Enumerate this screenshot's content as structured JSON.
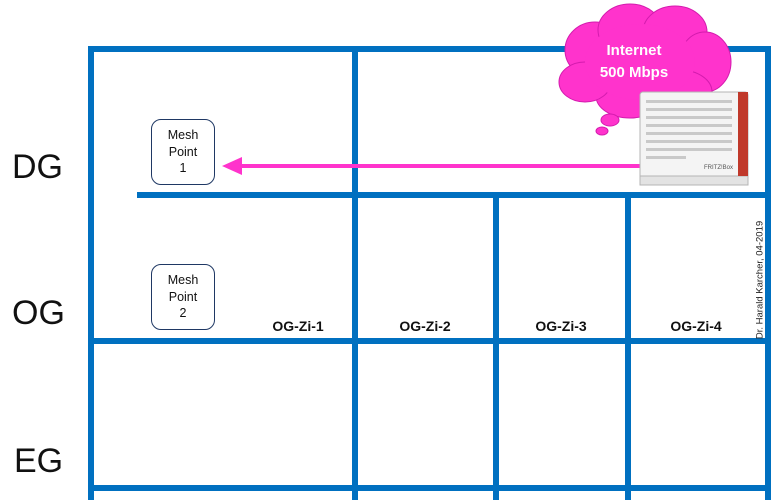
{
  "floors": [
    {
      "id": "dg",
      "label": "DG"
    },
    {
      "id": "og",
      "label": "OG"
    },
    {
      "id": "eg",
      "label": "EG"
    }
  ],
  "mesh_points": [
    {
      "id": "mesh-point-1",
      "label": "Mesh\nPoint\n1"
    },
    {
      "id": "mesh-point-2",
      "label": "Mesh\nPoint\n2"
    }
  ],
  "rooms": [
    {
      "id": "og-zi-1",
      "label": "OG-Zi-1"
    },
    {
      "id": "og-zi-2",
      "label": "OG-Zi-2"
    },
    {
      "id": "og-zi-3",
      "label": "OG-Zi-3"
    },
    {
      "id": "og-zi-4",
      "label": "OG-Zi-4"
    }
  ],
  "internet": {
    "line1": "Internet",
    "line2": "500 Mbps"
  },
  "router": {
    "brand": "FRITZ!Box"
  },
  "credit": "Dr. Harald Karcher, 04-2019",
  "colors": {
    "walls": "#0070c0",
    "cloud": "#ff33cc",
    "arrow": "#ff33cc",
    "router_accent": "#c0392b"
  }
}
